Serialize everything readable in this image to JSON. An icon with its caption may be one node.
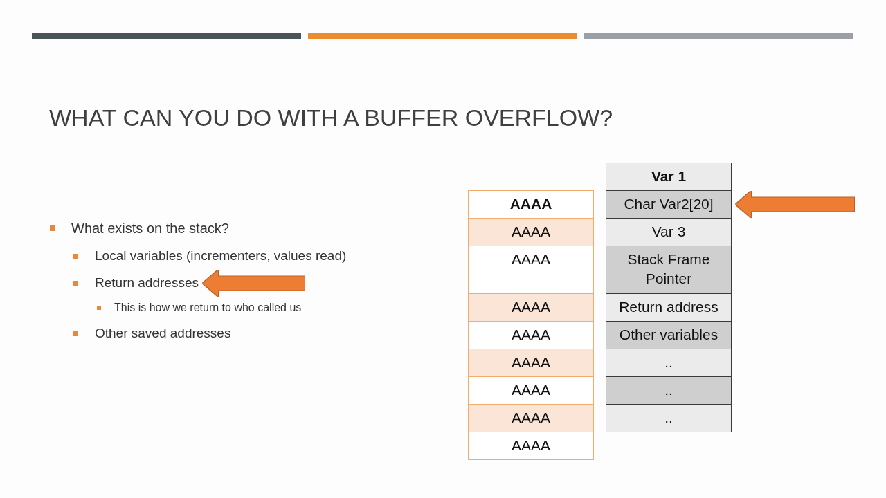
{
  "diagram": {
    "title": "WHAT CAN YOU DO WITH A BUFFER OVERFLOW?",
    "nodes": [
      {
        "text": [
          "Return addresses"
        ]
      },
      {
        "text": [
          "AAAA"
        ]
      },
      {
        "text": [
          "AAAA"
        ]
      },
      {
        "text": [
          "AAAA"
        ]
      },
      {
        "text": [
          "AAAA"
        ]
      },
      {
        "text": [
          "AAAA"
        ]
      },
      {
        "text": [
          "AAAA"
        ]
      },
      {
        "text": [
          "AAAA"
        ]
      },
      {
        "text": [
          "AAAA"
        ]
      },
      {
        "text": [
          "AAAA"
        ]
      },
      {
        "text": [
          "Var 1"
        ]
      },
      {
        "text": [
          "Char Var2[20]"
        ]
      },
      {
        "text": [
          "Var 3"
        ]
      },
      {
        "text": [
          "Stack Frame Pointer"
        ]
      },
      {
        "text": [
          "Return address"
        ]
      },
      {
        "text": [
          "Other variables"
        ]
      },
      {
        "text": [
          ".."
        ]
      },
      {
        "text": [
          ".."
        ]
      },
      {
        "text": [
          ".."
        ]
      }
    ],
    "edges": [
      {
        "from": null,
        "to": 0,
        "arrow": "to"
      },
      {
        "from": null,
        "to": 11,
        "arrow": "to"
      }
    ],
    "labels": [
      "What exists on the stack?",
      "Local variables (incrementers, values read)",
      "This is how we return to who called us",
      "Other saved addresses"
    ]
  }
}
